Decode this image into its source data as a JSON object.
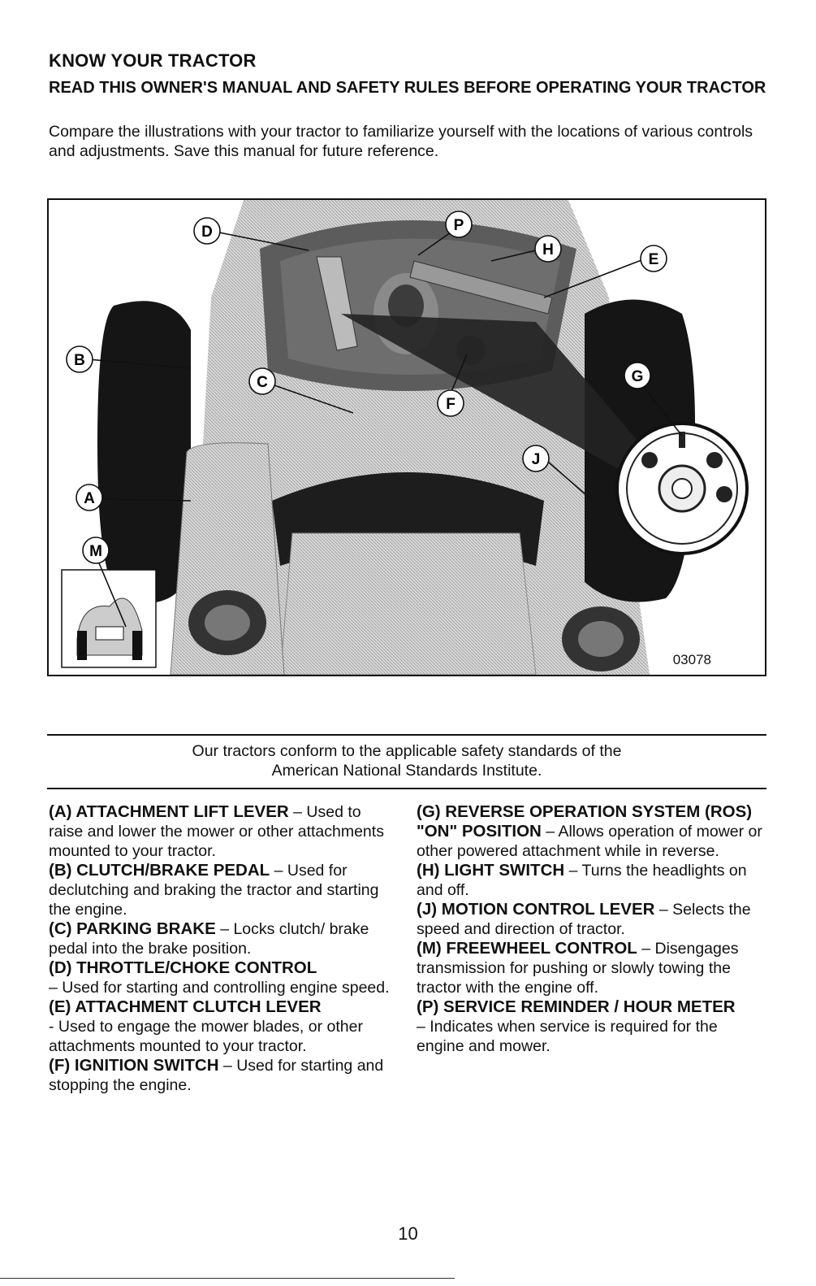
{
  "header": {
    "title": "KNOW YOUR TRACTOR",
    "subtitle": "READ THIS OWNER'S MANUAL AND SAFETY RULES BEFORE OPERATING YOUR TRACTOR",
    "intro": "Compare the illustrations with your tractor to familiarize yourself with the locations of various controls and adjustments. Save this manual for future reference."
  },
  "figure": {
    "callouts": [
      "D",
      "P",
      "H",
      "E",
      "B",
      "C",
      "F",
      "G",
      "J",
      "A",
      "M"
    ],
    "number": "03078"
  },
  "standards": {
    "line1": "Our tractors conform to the applicable safety standards of the",
    "line2": "American National Standards Institute."
  },
  "parts": [
    {
      "label": "(A) ATTACHMENT LIFT LEVER",
      "text": "– Used to raise and lower the mower or other attachments mounted to your tractor."
    },
    {
      "label": "(B) CLUTCH/BRAKE PEDAL",
      "text": "– Used for declutching and braking the tractor and starting the engine."
    },
    {
      "label": "(C) PARKING BRAKE",
      "text": "– Locks clutch/ brake pedal into the brake position."
    },
    {
      "label": "(D) THROTTLE/CHOKE CONTROL",
      "text": "– Used for starting and controlling engine speed."
    },
    {
      "label": "(E) ATTACHMENT CLUTCH LEVER",
      "text": "- Used to engage the mower blades, or other attachments mounted to your tractor."
    },
    {
      "label": "(F) IGNITION SWITCH",
      "text": "– Used for starting and stopping the engine."
    },
    {
      "label": "(G) REVERSE OPERATION SYSTEM (ROS) \"ON\" POSITION",
      "text": "– Allows operation of mower or other powered attachment while in reverse."
    },
    {
      "label": "(H) LIGHT SWITCH",
      "text": "– Turns the headlights on and off."
    },
    {
      "label": "(J) MOTION CONTROL LEVER",
      "text": "– Selects the speed and direction of tractor."
    },
    {
      "label": "(M) FREEWHEEL CONTROL",
      "text": "– Disengages transmission for pushing or slowly towing the tractor with the engine off."
    },
    {
      "label": "(P) SERVICE REMINDER / HOUR METER",
      "text": "– Indicates when service is required for the engine and mower."
    }
  ],
  "footer": {
    "page_number": "10"
  }
}
